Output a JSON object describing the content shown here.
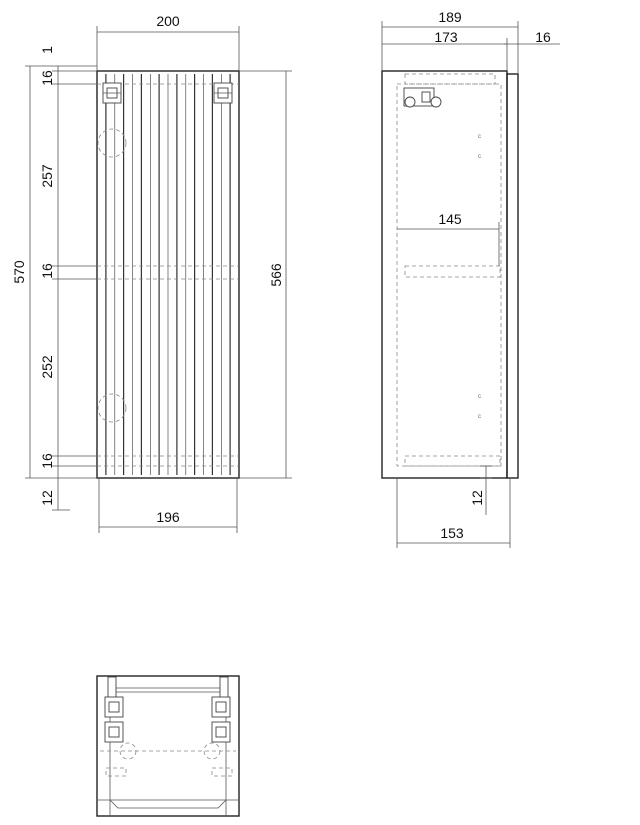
{
  "front_view": {
    "dimensions": {
      "overall_width": "200",
      "inner_width": "196",
      "top_gap": "1",
      "top_panel": "16",
      "upper_section": "257",
      "middle_panel": "16",
      "lower_section": "252",
      "bottom_panel": "16",
      "plinth": "12",
      "overall_height": "570",
      "inner_height": "566"
    }
  },
  "side_view": {
    "dimensions": {
      "overall_depth": "189",
      "body_depth": "173",
      "door_thickness": "16",
      "shelf_depth": "145",
      "plinth": "12",
      "bottom_depth": "153"
    }
  },
  "top_view": {}
}
